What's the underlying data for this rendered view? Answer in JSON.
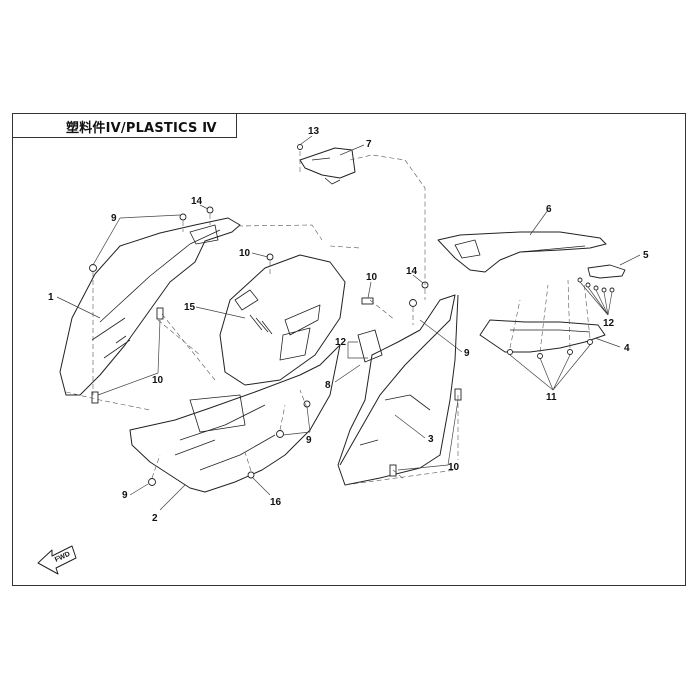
{
  "diagram": {
    "title": "塑料件IV/PLASTICS Ⅳ",
    "fwd_label": "FWD",
    "callouts": [
      {
        "id": "c1",
        "text": "1"
      },
      {
        "id": "c2",
        "text": "2"
      },
      {
        "id": "c3",
        "text": "3"
      },
      {
        "id": "c4",
        "text": "4"
      },
      {
        "id": "c5",
        "text": "5"
      },
      {
        "id": "c6",
        "text": "6"
      },
      {
        "id": "c7",
        "text": "7"
      },
      {
        "id": "c8",
        "text": "8"
      },
      {
        "id": "c9a",
        "text": "9"
      },
      {
        "id": "c9b",
        "text": "9"
      },
      {
        "id": "c9c",
        "text": "9"
      },
      {
        "id": "c9d",
        "text": "9"
      },
      {
        "id": "c10a",
        "text": "10"
      },
      {
        "id": "c10b",
        "text": "10"
      },
      {
        "id": "c10c",
        "text": "10"
      },
      {
        "id": "c10d",
        "text": "10"
      },
      {
        "id": "c11",
        "text": "11"
      },
      {
        "id": "c12a",
        "text": "12"
      },
      {
        "id": "c12b",
        "text": "12"
      },
      {
        "id": "c13",
        "text": "13"
      },
      {
        "id": "c14a",
        "text": "14"
      },
      {
        "id": "c14b",
        "text": "14"
      },
      {
        "id": "c15",
        "text": "15"
      },
      {
        "id": "c16",
        "text": "16"
      }
    ]
  },
  "colors": {
    "line": "#222222",
    "frame": "#333333",
    "leader": "#444444"
  }
}
